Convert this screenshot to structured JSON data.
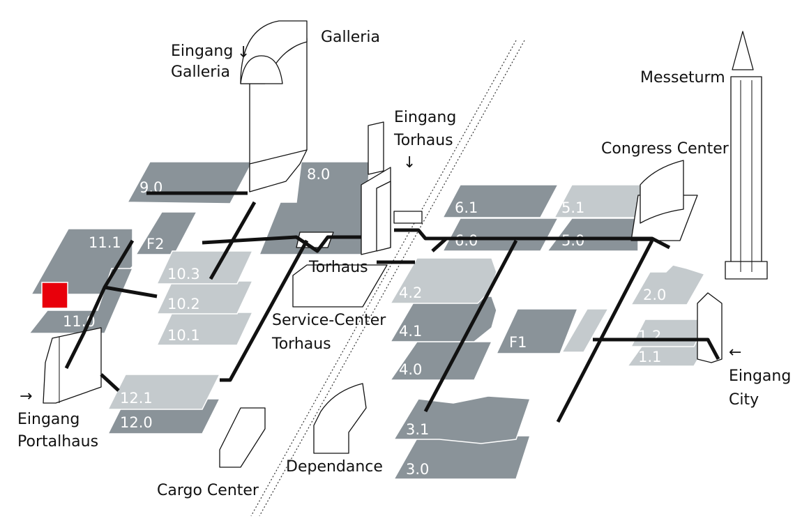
{
  "colors": {
    "hall_dark": "#8a9399",
    "hall_light": "#c4cacd",
    "marker": "#e8000b",
    "route": "#111111"
  },
  "halls": {
    "h9_0": "9.0",
    "h8_0": "8.0",
    "h11_1": "11.1",
    "h11_0": "11.0",
    "hF2": "F2",
    "h10_3": "10.3",
    "h10_2": "10.2",
    "h10_1": "10.1",
    "h12_1": "12.1",
    "h12_0": "12.0",
    "h6_1": "6.1",
    "h6_0": "6.0",
    "h5_1": "5.1",
    "h5_0": "5.0",
    "h4_2": "4.2",
    "h4_1": "4.1",
    "h4_0": "4.0",
    "hF1": "F1",
    "h2_0": "2.0",
    "h1_2": "1.2",
    "h1_1": "1.1",
    "h3_1": "3.1",
    "h3_0": "3.0"
  },
  "labels": {
    "galleria": "Galleria",
    "eingang_galleria": [
      "Eingang",
      "Galleria"
    ],
    "messeturm": "Messeturm",
    "eingang_torhaus": [
      "Eingang",
      "Torhaus"
    ],
    "congress_center": "Congress Center",
    "torhaus": "Torhaus",
    "service_center": [
      "Service-Center",
      "Torhaus"
    ],
    "eingang_city": [
      "Eingang",
      "City"
    ],
    "eingang_portalhaus": [
      "Eingang",
      "Portalhaus"
    ],
    "cargo_center": "Cargo Center",
    "dependance": "Dependance"
  },
  "arrows": {
    "down": "↓",
    "left": "←",
    "right": "→"
  }
}
